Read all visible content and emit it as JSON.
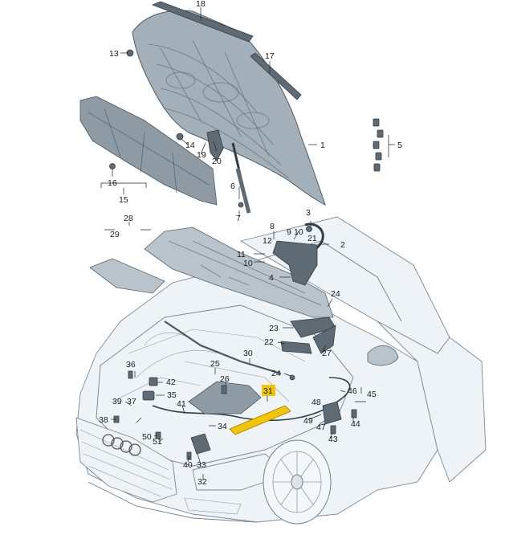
{
  "callouts": {
    "c1": "1",
    "c2": "2",
    "c3": "3",
    "c4": "4",
    "c5": "5",
    "c6": "6",
    "c7": "7",
    "c8": "8",
    "c9": "9",
    "c10a": "10",
    "c10b": "10",
    "c11": "11",
    "c12": "12",
    "c13": "13",
    "c14": "14",
    "c15": "15",
    "c16": "16",
    "c17": "17",
    "c18": "18",
    "c19": "19",
    "c20": "20",
    "c21": "21",
    "c22": "22",
    "c23": "23",
    "c24a": "24",
    "c24b": "24",
    "c25": "25",
    "c26": "26",
    "c27": "27",
    "c28": "28",
    "c29": "29",
    "c30": "30",
    "c31": "31",
    "c32": "32",
    "c33": "33",
    "c34": "34",
    "c35": "35",
    "c36": "36",
    "c37": "37",
    "c38": "38",
    "c39": "39",
    "c40": "40",
    "c41": "41",
    "c42": "42",
    "c43": "43",
    "c44": "44",
    "c45": "45",
    "c46": "46",
    "c47": "47",
    "c48": "48",
    "c49": "49",
    "c50": "50",
    "c51": "51"
  },
  "colors": {
    "highlight": "#f2c500",
    "part": "#8e9aa4",
    "outline": "#6f7f8c",
    "background": "#ffffff"
  },
  "highlighted_part": "31"
}
